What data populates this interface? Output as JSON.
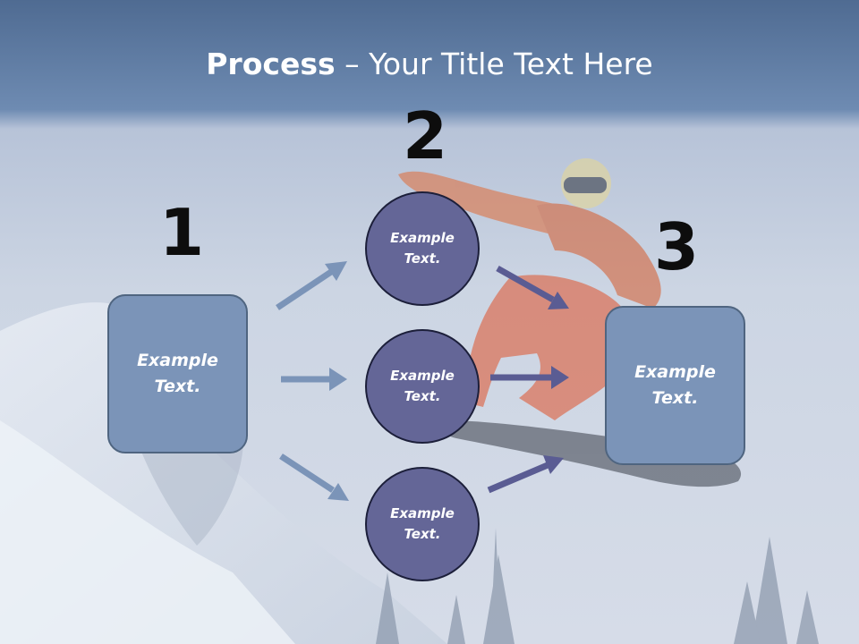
{
  "slide": {
    "title_bold": "Process",
    "title_rest": " – Your Title Text Here",
    "step_numbers": [
      "1",
      "2",
      "3"
    ],
    "left_box": "Example\nText.",
    "circles": [
      "Example\nText.",
      "Example\nText.",
      "Example\nText."
    ],
    "right_box": "Example\nText."
  },
  "colors": {
    "header_band": "#6e8bb2",
    "box_fill": "#7b94b8",
    "circle_fill": "#646697",
    "arrow_left": "#7b94b8",
    "arrow_right": "#5a5c93"
  }
}
